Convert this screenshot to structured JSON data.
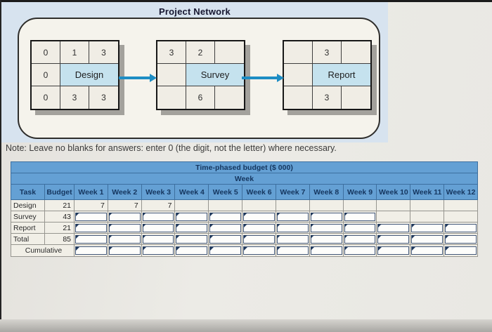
{
  "figure": {
    "title": "Project Network",
    "nodes": [
      {
        "name": "Design",
        "cells": {
          "r1c1": "0",
          "r1c2": "1",
          "r1c3": "3",
          "r2c1": "0",
          "r3c1": "0",
          "r3c2": "3",
          "r3c3": "3"
        }
      },
      {
        "name": "Survey",
        "cells": {
          "r1c1": "3",
          "r1c2": "2",
          "r1c3": "",
          "r2c1": "",
          "r3c1": "",
          "r3c2": "6",
          "r3c3": ""
        }
      },
      {
        "name": "Report",
        "cells": {
          "r1c1": "",
          "r1c2": "3",
          "r1c3": "",
          "r2c1": "",
          "r3c1": "",
          "r3c2": "3",
          "r3c3": ""
        }
      }
    ]
  },
  "note": "Note: Leave no blanks for answers: enter 0 (the digit, not the letter) where necessary.",
  "table": {
    "title": "Time-phased budget ($ 000)",
    "subtitle": "Week",
    "columns": [
      "Task",
      "Budget",
      "Week 1",
      "Week 2",
      "Week 3",
      "Week 4",
      "Week 5",
      "Week 6",
      "Week 7",
      "Week 8",
      "Week 9",
      "Week 10",
      "Week 11",
      "Week 12"
    ],
    "rows": [
      {
        "task": "Design",
        "budget": "21",
        "span": false,
        "cells": [
          {
            "t": "s",
            "v": "7"
          },
          {
            "t": "s",
            "v": "7"
          },
          {
            "t": "s",
            "v": "7"
          },
          {
            "t": "s",
            "v": ""
          },
          {
            "t": "s",
            "v": ""
          },
          {
            "t": "s",
            "v": ""
          },
          {
            "t": "s",
            "v": ""
          },
          {
            "t": "s",
            "v": ""
          },
          {
            "t": "s",
            "v": ""
          },
          {
            "t": "s",
            "v": ""
          },
          {
            "t": "s",
            "v": ""
          },
          {
            "t": "s",
            "v": ""
          }
        ]
      },
      {
        "task": "Survey",
        "budget": "43",
        "span": false,
        "cells": [
          {
            "t": "i"
          },
          {
            "t": "i"
          },
          {
            "t": "i"
          },
          {
            "t": "i"
          },
          {
            "t": "i"
          },
          {
            "t": "i"
          },
          {
            "t": "i"
          },
          {
            "t": "i"
          },
          {
            "t": "i"
          },
          {
            "t": "s",
            "v": ""
          },
          {
            "t": "s",
            "v": ""
          },
          {
            "t": "s",
            "v": ""
          }
        ]
      },
      {
        "task": "Report",
        "budget": "21",
        "span": false,
        "cells": [
          {
            "t": "i"
          },
          {
            "t": "i"
          },
          {
            "t": "i"
          },
          {
            "t": "i"
          },
          {
            "t": "i"
          },
          {
            "t": "i"
          },
          {
            "t": "i"
          },
          {
            "t": "i"
          },
          {
            "t": "i"
          },
          {
            "t": "i"
          },
          {
            "t": "i"
          },
          {
            "t": "i"
          }
        ]
      },
      {
        "task": "Total",
        "budget": "85",
        "span": false,
        "cells": [
          {
            "t": "i"
          },
          {
            "t": "i"
          },
          {
            "t": "i"
          },
          {
            "t": "i"
          },
          {
            "t": "i"
          },
          {
            "t": "i"
          },
          {
            "t": "i"
          },
          {
            "t": "i"
          },
          {
            "t": "i"
          },
          {
            "t": "i"
          },
          {
            "t": "i"
          },
          {
            "t": "i"
          }
        ]
      },
      {
        "task": "Cumulative",
        "budget": null,
        "span": true,
        "cells": [
          {
            "t": "i"
          },
          {
            "t": "i"
          },
          {
            "t": "i"
          },
          {
            "t": "i"
          },
          {
            "t": "i"
          },
          {
            "t": "i"
          },
          {
            "t": "i"
          },
          {
            "t": "i"
          },
          {
            "t": "i"
          },
          {
            "t": "i"
          },
          {
            "t": "i"
          },
          {
            "t": "i"
          }
        ]
      }
    ]
  },
  "colors": {
    "panel_blue": "#d7e3ef",
    "node_fill": "#f0ede5",
    "node_name_blue": "#c5e2ee",
    "arrow_blue": "#1d8dc4",
    "header_blue": "#64a0d4",
    "header_text": "#15365f",
    "input_border": "#44597a"
  }
}
